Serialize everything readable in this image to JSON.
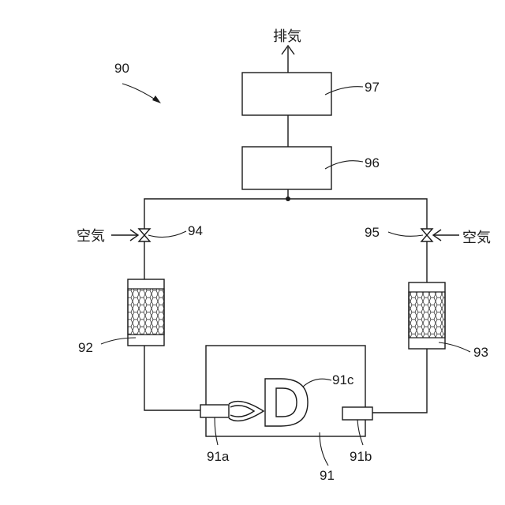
{
  "labels": {
    "system": "90",
    "exhaust": "排気",
    "air_left": "空気",
    "air_right": "空気",
    "unit_97": "97",
    "unit_96": "96",
    "valve_94": "94",
    "valve_95": "95",
    "filter_92": "92",
    "filter_93": "93",
    "chamber_91": "91",
    "burner_91a": "91a",
    "port_91b": "91b",
    "vessel_91c": "91c"
  }
}
